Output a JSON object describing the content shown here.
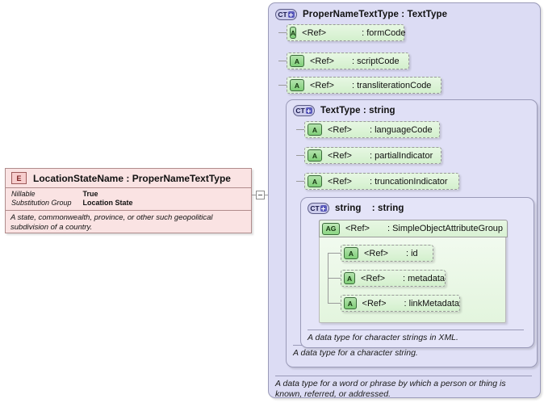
{
  "diagram": {
    "type": "xml-schema-component-diagram",
    "element": {
      "badge": "E",
      "badge_icon": "element-icon",
      "title": "LocationStateName : ProperNameTextType",
      "name": "LocationStateName",
      "separator": ":",
      "type": "ProperNameTextType",
      "properties": [
        {
          "key": "Nillable",
          "value": "True"
        },
        {
          "key": "Substitution Group",
          "value": "Location State"
        }
      ],
      "documentation": "A state, commonwealth, province, or other such geopolitical subdivision of a country."
    },
    "connector": {
      "icon": "collapse-minus-icon",
      "label": "-"
    },
    "types": [
      {
        "badge": "CT",
        "badge_icon": "complex-type-expand-icon",
        "title": "ProperNameTextType : TextType",
        "name": "ProperNameTextType",
        "separator": ":",
        "base": "TextType",
        "attributes": [
          {
            "badge": "A",
            "badge_icon": "attribute-icon",
            "ref": "<Ref>",
            "separator": ":",
            "name": "formCode"
          },
          {
            "badge": "A",
            "badge_icon": "attribute-icon",
            "ref": "<Ref>",
            "separator": ":",
            "name": "scriptCode"
          },
          {
            "badge": "A",
            "badge_icon": "attribute-icon",
            "ref": "<Ref>",
            "separator": ":",
            "name": "transliterationCode"
          }
        ],
        "documentation": "A data type for a word or phrase by which a person or thing is known, referred, or addressed."
      },
      {
        "badge": "CT",
        "badge_icon": "complex-type-expand-icon",
        "title": "TextType : string",
        "name": "TextType",
        "separator": ":",
        "base": "string",
        "attributes": [
          {
            "badge": "A",
            "badge_icon": "attribute-icon",
            "ref": "<Ref>",
            "separator": ":",
            "name": "languageCode"
          },
          {
            "badge": "A",
            "badge_icon": "attribute-icon",
            "ref": "<Ref>",
            "separator": ":",
            "name": "partialIndicator"
          },
          {
            "badge": "A",
            "badge_icon": "attribute-icon",
            "ref": "<Ref>",
            "separator": ":",
            "name": "truncationIndicator"
          }
        ],
        "documentation": "A data type for a character string."
      },
      {
        "badge": "CT",
        "badge_icon": "complex-type-expand-icon",
        "title": "string : string",
        "name": "string",
        "separator": ":",
        "base": "string",
        "attribute_group": {
          "badge": "AG",
          "badge_icon": "attribute-group-icon",
          "ref": "<Ref>",
          "separator": ":",
          "name": "SimpleObjectAttributeGroup",
          "attributes": [
            {
              "badge": "A",
              "badge_icon": "attribute-icon",
              "ref": "<Ref>",
              "separator": ":",
              "name": "id"
            },
            {
              "badge": "A",
              "badge_icon": "attribute-icon",
              "ref": "<Ref>",
              "separator": ":",
              "name": "metadata"
            },
            {
              "badge": "A",
              "badge_icon": "attribute-icon",
              "ref": "<Ref>",
              "separator": ":",
              "name": "linkMetadata"
            }
          ]
        },
        "documentation": "A data type for character strings in XML."
      }
    ],
    "colors": {
      "complex_type_fill": "#dcdcf4",
      "complex_type_border": "#9a9ab8",
      "attribute_fill": "#d9f2d3",
      "attribute_border": "#9a9a9a",
      "element_fill": "#fae3e3",
      "element_border": "#b08c8c",
      "connector": "#9a9a9a"
    }
  }
}
